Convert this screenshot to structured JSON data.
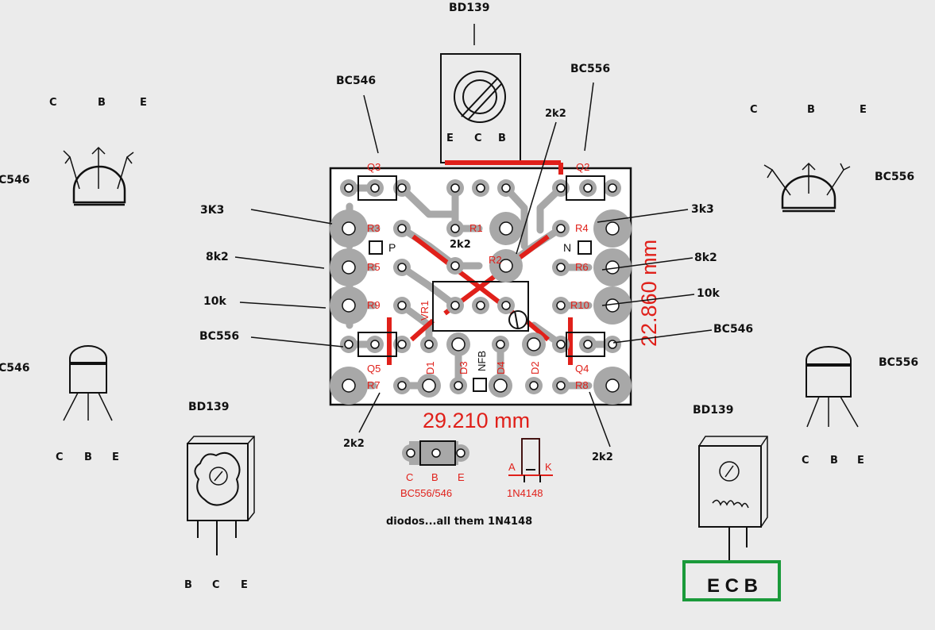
{
  "transistors": {
    "top_bd139": "BD139",
    "bc546_tl": "BC546",
    "bc556_tr": "BC556",
    "bc546_left_edge": "C546",
    "bc546_left_label": "C546",
    "bc556_right": "BC556",
    "bc556_right2": "BC556",
    "bd139_left": "BD139",
    "bd139_right": "BD139",
    "bc556_left_mid": "BC556",
    "bc546_right_mid": "BC546",
    "bc546_board_top": "BC546",
    "bc556_board_top": "BC556"
  },
  "pins": {
    "tl": [
      "C",
      "B",
      "E"
    ],
    "tr": [
      "C",
      "B",
      "E"
    ],
    "bl": [
      "C",
      "B",
      "E"
    ],
    "br": [
      "C",
      "B",
      "E"
    ],
    "bd139_left": [
      "B",
      "C",
      "E"
    ],
    "bd139_top": [
      "E",
      "C",
      "B"
    ],
    "bd139_right_box": "E C B"
  },
  "resistors": {
    "r3k3_left": "3K3",
    "r3k3_right": "3k3",
    "r8k2_left": "8k2",
    "r8k2_right": "8k2",
    "r10k_left": "10k",
    "r10k_right": "10k",
    "r2k2_top": "2k2",
    "r2k2_mid": "2k2",
    "r2k2_bl": "2k2",
    "r2k2_br": "2k2"
  },
  "board": {
    "width_dim": "29.210 mm",
    "height_dim": "22.860 mm",
    "refs": [
      "Q3",
      "Q2",
      "R3",
      "R1",
      "R4",
      "R5",
      "R2",
      "R6",
      "R9",
      "R10",
      "Q5",
      "Q4",
      "R7",
      "R8",
      "VR1",
      "D1",
      "D3",
      "D4",
      "D2",
      "NFB",
      "P",
      "N"
    ]
  },
  "legend": {
    "pkg_pins": [
      "C",
      "B",
      "E"
    ],
    "pkg_name": "BC556/546",
    "diode_a": "A",
    "diode_k": "K",
    "diode_name": "1N4148",
    "note": "diodos...all them 1N4148"
  },
  "colors": {
    "trace_red": "#e0201a",
    "pad_gray": "#a8a8a8",
    "highlight_green": "#1a9a3a"
  }
}
